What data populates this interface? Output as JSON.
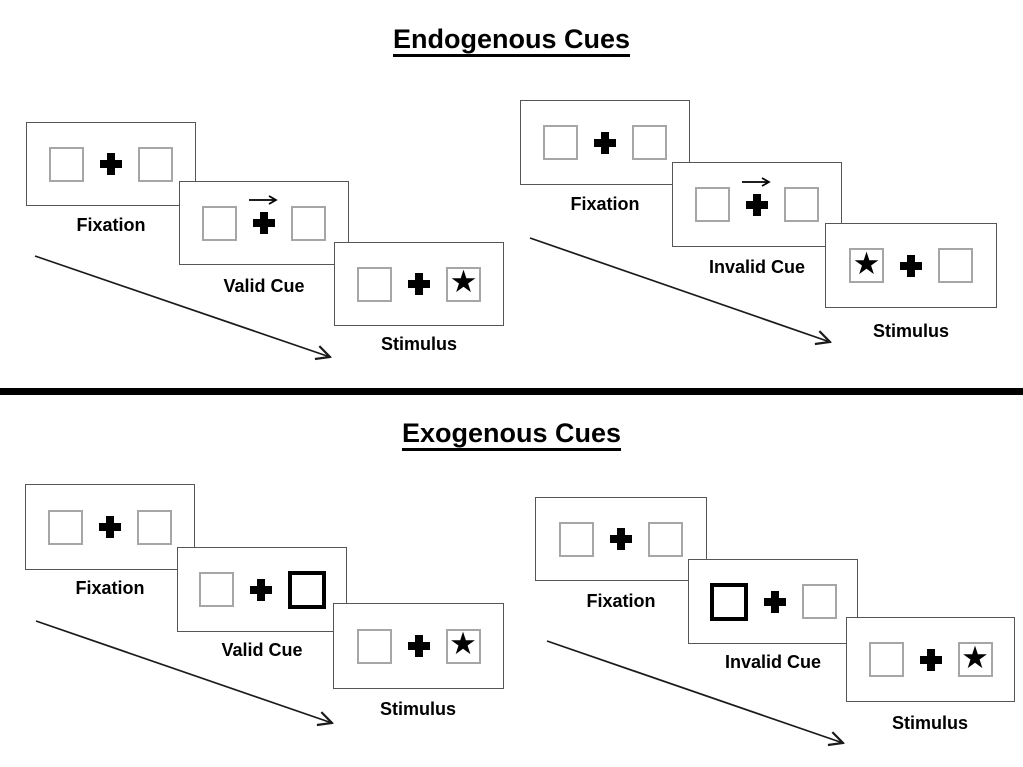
{
  "page": {
    "title_top": "Endogenous Cues",
    "title_bottom": "Exogenous Cues"
  },
  "icons": {
    "star": "★",
    "cue_arrow": "→",
    "fixation_cross": "+"
  },
  "colors": {
    "ink": "#000000",
    "panel_border": "#555555",
    "box_border": "#a6a6a6",
    "highlight_box_border": "#000000"
  },
  "groups": [
    {
      "section": "Endogenous Cues",
      "panels": [
        {
          "label": "Fixation",
          "left_box": "empty",
          "center": "cross",
          "right_box": "empty"
        },
        {
          "label": "Valid Cue",
          "left_box": "empty",
          "center": "cross-with-right-arrow",
          "right_box": "empty"
        },
        {
          "label": "Stimulus",
          "left_box": "empty",
          "center": "cross",
          "right_box": "star"
        }
      ]
    },
    {
      "section": "Endogenous Cues",
      "panels": [
        {
          "label": "Fixation",
          "left_box": "empty",
          "center": "cross",
          "right_box": "empty"
        },
        {
          "label": "Invalid Cue",
          "left_box": "empty",
          "center": "cross-with-right-arrow",
          "right_box": "empty"
        },
        {
          "label": "Stimulus",
          "left_box": "star",
          "center": "cross",
          "right_box": "empty"
        }
      ]
    },
    {
      "section": "Exogenous Cues",
      "panels": [
        {
          "label": "Fixation",
          "left_box": "empty",
          "center": "cross",
          "right_box": "empty"
        },
        {
          "label": "Valid Cue",
          "left_box": "empty",
          "center": "cross",
          "right_box": "highlighted"
        },
        {
          "label": "Stimulus",
          "left_box": "empty",
          "center": "cross",
          "right_box": "star"
        }
      ]
    },
    {
      "section": "Exogenous Cues",
      "panels": [
        {
          "label": "Fixation",
          "left_box": "empty",
          "center": "cross",
          "right_box": "empty"
        },
        {
          "label": "Invalid Cue",
          "left_box": "highlighted",
          "center": "cross",
          "right_box": "empty"
        },
        {
          "label": "Stimulus",
          "left_box": "empty",
          "center": "cross",
          "right_box": "star"
        }
      ]
    }
  ]
}
